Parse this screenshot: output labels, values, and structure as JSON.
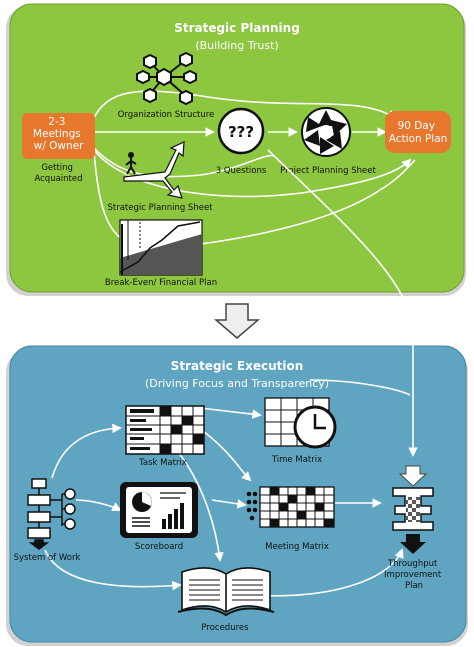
{
  "planning": {
    "title": "Strategic Planning",
    "subtitle": "(Building Trust)",
    "meetings_lines": [
      "2-3",
      "Meetings",
      "w/ Owner"
    ],
    "getting_acquainted_lines": [
      "Getting",
      "Acquainted"
    ],
    "org_structure": "Organization Structure",
    "questions_symbol": "???",
    "three_questions": "3 Questions",
    "project_sheet": "Project Planning Sheet",
    "action_plan_lines": [
      "90 Day",
      "Action Plan"
    ],
    "strategic_sheet": "Strategic Planning Sheet",
    "break_even": "Break-Even/ Financial Plan"
  },
  "execution": {
    "title": "Strategic Execution",
    "subtitle": "(Driving Focus and Transparency)",
    "task_matrix": "Task Matrix",
    "time_matrix": "Time Matrix",
    "system_of_work": "System of Work",
    "scoreboard": "Scoreboard",
    "meeting_matrix": "Meeting Matrix",
    "throughput_lines": [
      "Throughput",
      "Improvement",
      "Plan"
    ],
    "procedures": "Procedures"
  },
  "colors": {
    "planning_bg": "#8dc63f",
    "execution_bg": "#5fa5c1",
    "accent_orange": "#e8772e",
    "ink": "#111111"
  }
}
